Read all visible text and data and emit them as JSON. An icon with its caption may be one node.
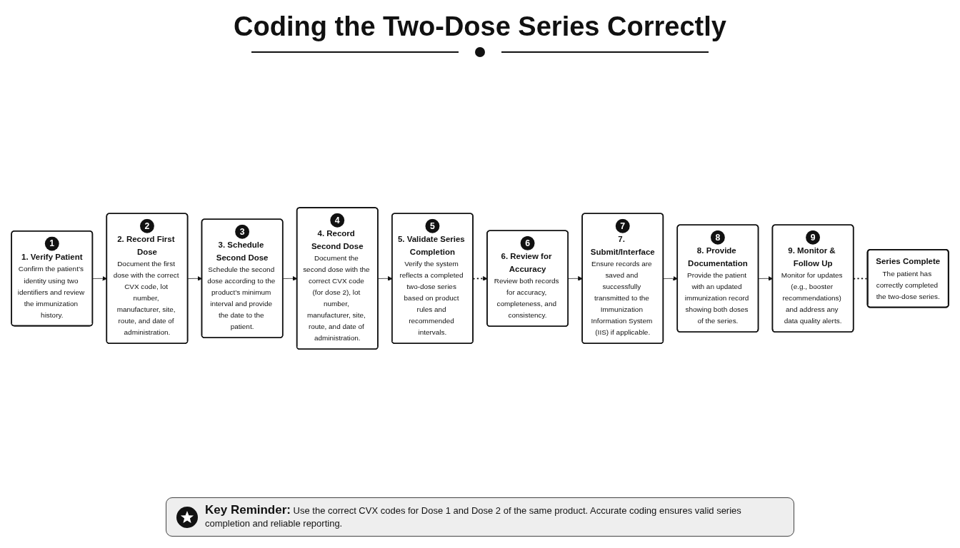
{
  "diagram": {
    "title": "Coding the Two-Dose Series Correctly",
    "nodes": [
      {
        "text": [
          "1",
          "1. Verify Patient",
          "Confirm the patient’s identity using two identifiers and review the immunization history."
        ]
      },
      {
        "text": [
          "2",
          "2. Record First Dose",
          "Document the first dose with the correct CVX code, lot number, manufacturer, site, route, and date of administration."
        ]
      },
      {
        "text": [
          "3",
          "3. Schedule Second Dose",
          "Schedule the second dose according to the product’s minimum interval and provide the date to the patient."
        ]
      },
      {
        "text": [
          "4",
          "4. Record Second Dose",
          "Document the second dose with the correct CVX code (for dose 2), lot number, manufacturer, site, route, and date of administration."
        ]
      },
      {
        "text": [
          "5",
          "5. Validate Series Completion",
          "Verify the system reflects a completed two-dose series based on product rules and recommended intervals."
        ]
      },
      {
        "text": [
          "6",
          "6. Review for Accuracy",
          "Review both records for accuracy, completeness, and consistency."
        ]
      },
      {
        "text": [
          "7",
          "7. Submit/Interface",
          "Ensure records are saved and successfully transmitted to the Immunization Information System (IIS) if applicable."
        ]
      },
      {
        "text": [
          "8",
          "8. Provide Documentation",
          "Provide the patient with an updated immunization record showing both doses of the series."
        ]
      },
      {
        "text": [
          "9",
          "9. Monitor & Follow Up",
          "Monitor for updates (e.g., booster recommendations) and address any data quality alerts."
        ]
      },
      {
        "text": [
          "Series Complete",
          "The patient has correctly completed the two-dose series."
        ]
      }
    ],
    "edges": [
      {
        "from": 0,
        "to": 1,
        "arrow": "to"
      },
      {
        "from": 1,
        "to": 2,
        "arrow": "to"
      },
      {
        "from": 2,
        "to": 3,
        "arrow": "to"
      },
      {
        "from": 3,
        "to": 4,
        "arrow": "to"
      },
      {
        "from": 4,
        "to": 5,
        "arrow": "to",
        "style": "dashed"
      },
      {
        "from": 5,
        "to": 6,
        "arrow": "to"
      },
      {
        "from": 6,
        "to": 7,
        "arrow": "to"
      },
      {
        "from": 7,
        "to": 8,
        "arrow": "to"
      },
      {
        "from": 8,
        "to": 9,
        "arrow": "none",
        "style": "dashed"
      }
    ],
    "labels": [
      "**Key Reminder:** Use the correct CVX codes for Dose 1 and Dose 2 of the same product. Accurate coding ensures valid series completion and reliable reporting."
    ]
  }
}
